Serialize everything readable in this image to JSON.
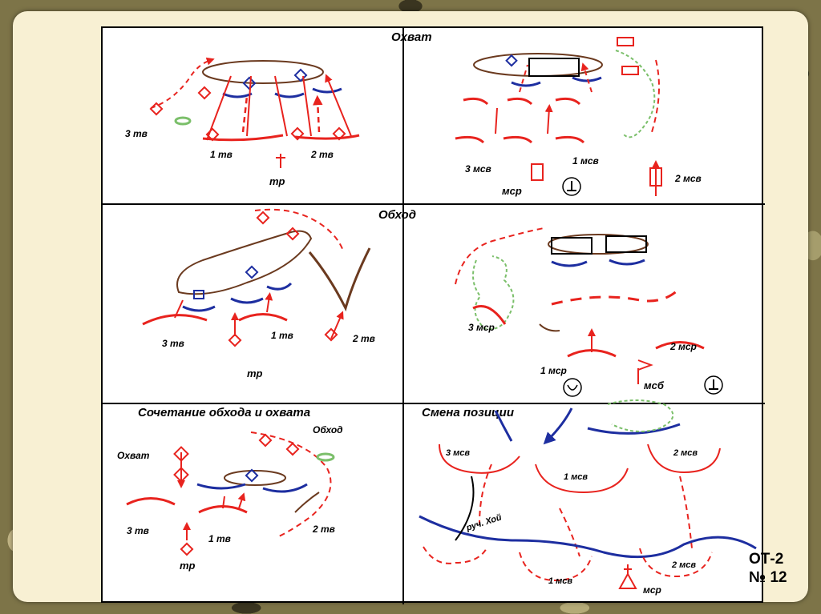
{
  "slide": {
    "code_line1": "ОТ-2",
    "code_line2": "№ 12"
  },
  "quadrants": {
    "envelopment_title": "Охват",
    "bypass_title": "Обход",
    "combined_title": "Сочетание обхода и охвата",
    "position_change_title": "Смена позиции"
  },
  "labels": {
    "q1": {
      "tv3": "3 тв",
      "tv1": "1 тв",
      "tv2": "2 тв",
      "tr": "тр"
    },
    "q2": {
      "msv3": "3 мсв",
      "msv1": "1 мсв",
      "msv2": "2 мсв",
      "msr": "мср"
    },
    "q3": {
      "tv3": "3 тв",
      "tv1": "1 тв",
      "tv2": "2 тв",
      "tr": "тр"
    },
    "q4": {
      "msr3": "3 мср",
      "msr1": "1 мср",
      "msr2": "2 мср",
      "msb": "мсб"
    },
    "q5": {
      "okhvat": "Охват",
      "obkhod": "Обход",
      "tv3": "3 тв",
      "tv1": "1 тв",
      "tv2": "2 тв",
      "tr": "тр"
    },
    "q6": {
      "msv3": "3 мсв",
      "msv1": "1 мсв",
      "msv2": "2 мсв",
      "stream": "руч. Хой",
      "msv1b": "1 мсв",
      "msv2b": "2 мсв",
      "msr": "мср"
    }
  },
  "colors": {
    "friendly": "#e8231e",
    "enemy": "#1d2ea0",
    "terrain": "#6b3a1f",
    "vegetation": "#7bbf6a"
  }
}
